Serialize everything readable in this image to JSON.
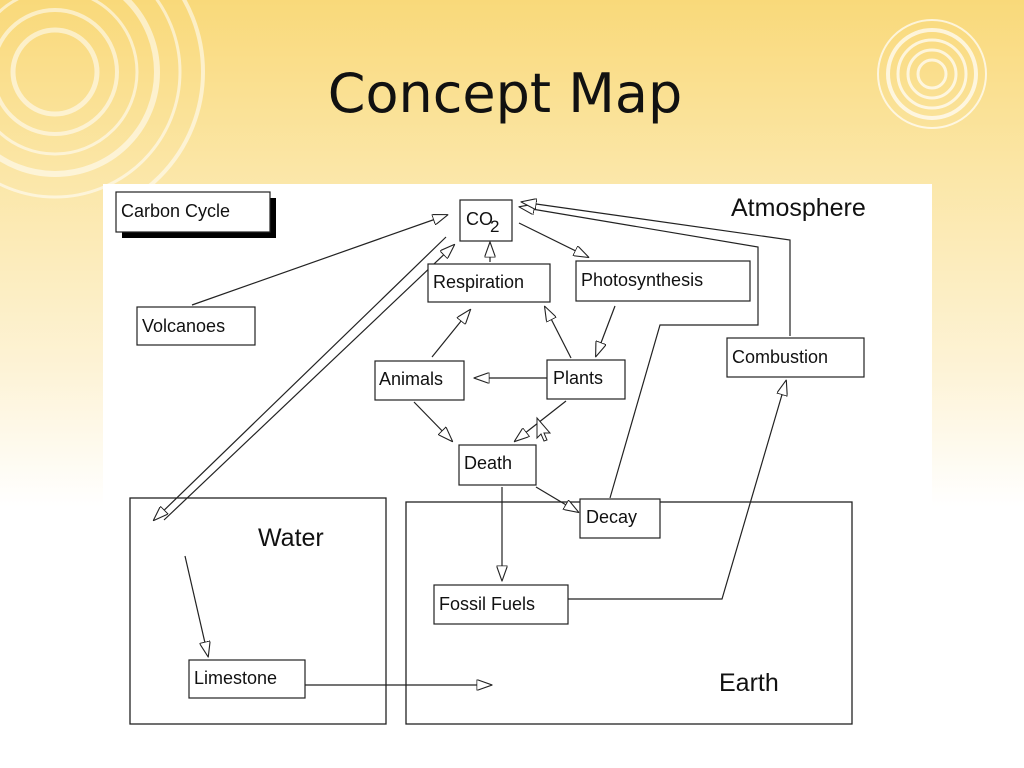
{
  "slide": {
    "title": "Concept Map"
  },
  "diagram": {
    "legend_box": "Carbon Cycle",
    "regions": {
      "atmosphere": "Atmosphere",
      "water": "Water",
      "earth": "Earth"
    },
    "nodes": {
      "co2_main": "CO",
      "co2_sub": "2",
      "respiration": "Respiration",
      "photosynthesis": "Photosynthesis",
      "volcanoes": "Volcanoes",
      "animals": "Animals",
      "plants": "Plants",
      "combustion": "Combustion",
      "death": "Death",
      "decay": "Decay",
      "fossil_fuels": "Fossil Fuels",
      "limestone": "Limestone"
    },
    "edges": [
      {
        "from": "volcanoes",
        "to": "co2"
      },
      {
        "from": "co2",
        "to": "water"
      },
      {
        "from": "water",
        "to": "co2"
      },
      {
        "from": "respiration",
        "to": "co2"
      },
      {
        "from": "co2",
        "to": "photosynthesis"
      },
      {
        "from": "photosynthesis",
        "to": "plants"
      },
      {
        "from": "plants",
        "to": "respiration"
      },
      {
        "from": "animals",
        "to": "respiration"
      },
      {
        "from": "plants",
        "to": "animals"
      },
      {
        "from": "animals",
        "to": "death"
      },
      {
        "from": "plants",
        "to": "death"
      },
      {
        "from": "death",
        "to": "decay"
      },
      {
        "from": "decay",
        "to": "co2"
      },
      {
        "from": "death",
        "to": "fossil_fuels"
      },
      {
        "from": "fossil_fuels",
        "to": "combustion"
      },
      {
        "from": "combustion",
        "to": "co2"
      },
      {
        "from": "water",
        "to": "limestone"
      },
      {
        "from": "limestone",
        "to": "earth"
      }
    ],
    "colors": {
      "stroke": "#222222",
      "shadow": "#000000",
      "title_band": "#f9d97a"
    }
  }
}
